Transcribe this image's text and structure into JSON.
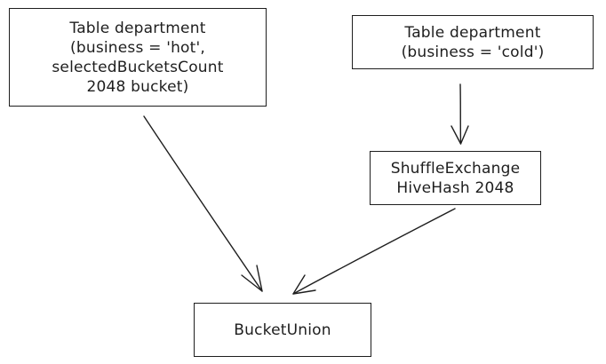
{
  "diagram": {
    "nodes": {
      "hot_table": {
        "label": "Table department\n(business = 'hot',\nselectedBucketsCount\n2048 bucket)"
      },
      "cold_table": {
        "label": "Table department\n(business = 'cold')"
      },
      "shuffle": {
        "label": "ShuffleExchange\nHiveHash 2048"
      },
      "bucket_union": {
        "label": "BucketUnion"
      }
    },
    "edges": [
      {
        "from": "cold_table",
        "to": "shuffle"
      },
      {
        "from": "hot_table",
        "to": "bucket_union"
      },
      {
        "from": "shuffle",
        "to": "bucket_union"
      }
    ],
    "colors": {
      "stroke": "#1e1e1e",
      "background": "#ffffff"
    }
  }
}
